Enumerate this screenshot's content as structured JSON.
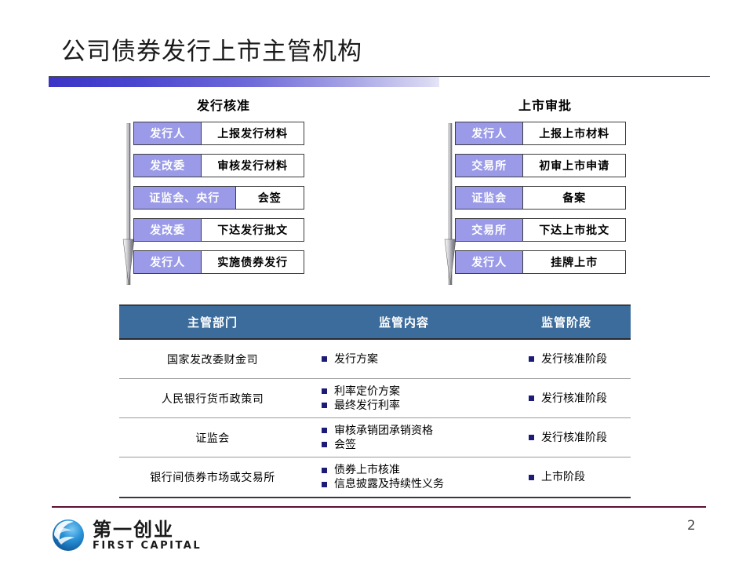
{
  "slide": {
    "title": "公司债券发行上市主管机构",
    "page_number": "2",
    "accent_gradient_start": "#3b34c6",
    "accent_gradient_end": "#e6e5f7",
    "footer_rule_color": "#5d1030",
    "table_header_color": "#3c6c9c",
    "flow_label_color": "#9a9ae8",
    "bullet_color": "#1c1c78"
  },
  "flows": [
    {
      "heading": "发行核准",
      "steps": [
        {
          "actor": "发行人",
          "action": "上报发行材料",
          "wide_label": false
        },
        {
          "actor": "发改委",
          "action": "审核发行材料",
          "wide_label": false
        },
        {
          "actor": "证监会、央行",
          "action": "会签",
          "wide_label": true
        },
        {
          "actor": "发改委",
          "action": "下达发行批文",
          "wide_label": false
        },
        {
          "actor": "发行人",
          "action": "实施债券发行",
          "wide_label": false
        }
      ]
    },
    {
      "heading": "上市审批",
      "steps": [
        {
          "actor": "发行人",
          "action": "上报上市材料",
          "wide_label": false
        },
        {
          "actor": "交易所",
          "action": "初审上市申请",
          "wide_label": false
        },
        {
          "actor": "证监会",
          "action": "备案",
          "wide_label": false
        },
        {
          "actor": "交易所",
          "action": "下达上市批文",
          "wide_label": false
        },
        {
          "actor": "发行人",
          "action": "挂牌上市",
          "wide_label": false
        }
      ]
    }
  ],
  "table": {
    "columns": [
      "主管部门",
      "监管内容",
      "监管阶段"
    ],
    "rows": [
      {
        "department": "国家发改委财金司",
        "content": [
          "发行方案"
        ],
        "stage": [
          "发行核准阶段"
        ]
      },
      {
        "department": "人民银行货币政策司",
        "content": [
          "利率定价方案",
          "最终发行利率"
        ],
        "stage": [
          "发行核准阶段"
        ]
      },
      {
        "department": "证监会",
        "content": [
          "审核承销团承销资格",
          "会签"
        ],
        "stage": [
          "发行核准阶段"
        ]
      },
      {
        "department": "银行间债券市场或交易所",
        "content": [
          "债券上市核准",
          "信息披露及持续性义务"
        ],
        "stage": [
          "上市阶段"
        ]
      }
    ]
  },
  "logo": {
    "chinese": "第一创业",
    "english": "FIRST CAPITAL"
  }
}
